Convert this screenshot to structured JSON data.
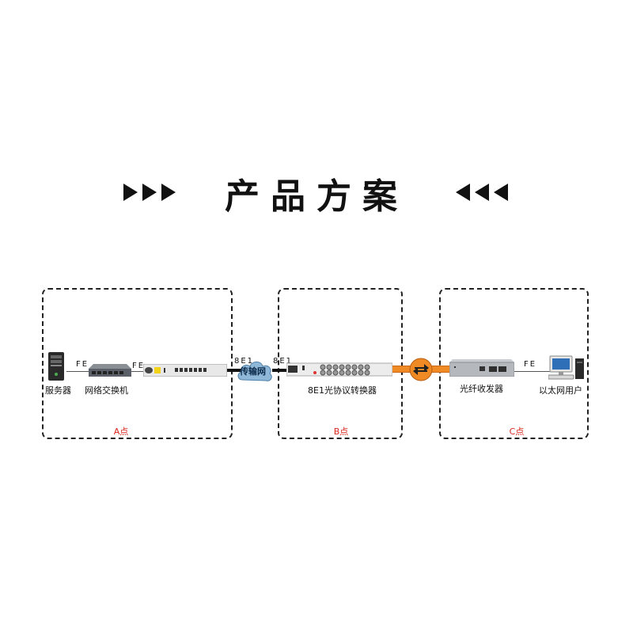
{
  "title": "产品方案",
  "points": {
    "a": "A点",
    "b": "B点",
    "c": "C点"
  },
  "labels": {
    "server": "服务器",
    "switch": "网络交换机",
    "fe_left": "FE",
    "fe_mid": "FE",
    "e1_left": "8E1",
    "e1_right": "8E1",
    "network": "传输网",
    "converter": "8E1光协议转换器",
    "transceiver": "光纤收发器",
    "fe_right": "FE",
    "user": "以太网用户"
  },
  "colors": {
    "fiber": "#f08a24",
    "point_label": "#d9261c"
  }
}
